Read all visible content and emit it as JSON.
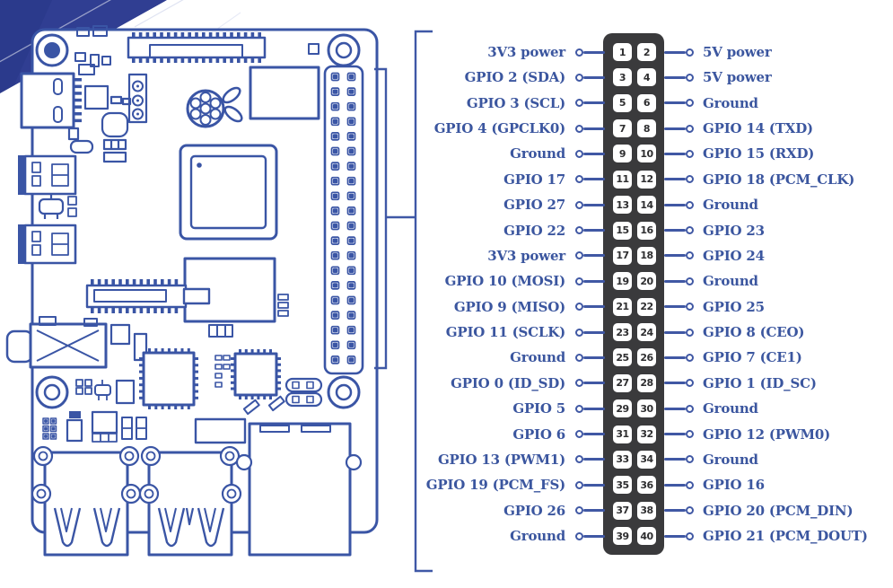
{
  "colors": {
    "board_ink": "#3a55a5",
    "label_text": "#3b569f",
    "wire": "#4058a4",
    "header_strip_bg": "#3a3a3c",
    "pin_box_bg": "#ffffff",
    "pin_number_text": "#2e2e30",
    "corner_triangle": "#2b3a8c",
    "background": "#ffffff"
  },
  "pinout": {
    "rows": [
      {
        "left": "3V3 power",
        "pins": [
          "1",
          "2"
        ],
        "right": "5V power"
      },
      {
        "left": "GPIO 2 (SDA)",
        "pins": [
          "3",
          "4"
        ],
        "right": "5V power"
      },
      {
        "left": "GPIO 3 (SCL)",
        "pins": [
          "5",
          "6"
        ],
        "right": "Ground"
      },
      {
        "left": "GPIO 4 (GPCLK0)",
        "pins": [
          "7",
          "8"
        ],
        "right": "GPIO 14 (TXD)"
      },
      {
        "left": "Ground",
        "pins": [
          "9",
          "10"
        ],
        "right": "GPIO 15 (RXD)"
      },
      {
        "left": "GPIO 17",
        "pins": [
          "11",
          "12"
        ],
        "right": "GPIO 18 (PCM_CLK)"
      },
      {
        "left": "GPIO 27",
        "pins": [
          "13",
          "14"
        ],
        "right": "Ground"
      },
      {
        "left": "GPIO 22",
        "pins": [
          "15",
          "16"
        ],
        "right": "GPIO 23"
      },
      {
        "left": "3V3 power",
        "pins": [
          "17",
          "18"
        ],
        "right": "GPIO 24"
      },
      {
        "left": "GPIO 10 (MOSI)",
        "pins": [
          "19",
          "20"
        ],
        "right": "Ground"
      },
      {
        "left": "GPIO 9 (MISO)",
        "pins": [
          "21",
          "22"
        ],
        "right": "GPIO 25"
      },
      {
        "left": "GPIO 11 (SCLK)",
        "pins": [
          "23",
          "24"
        ],
        "right": "GPIO 8 (CEO)"
      },
      {
        "left": "Ground",
        "pins": [
          "25",
          "26"
        ],
        "right": "GPIO 7 (CE1)"
      },
      {
        "left": "GPIO 0 (ID_SD)",
        "pins": [
          "27",
          "28"
        ],
        "right": "GPIO 1 (ID_SC)"
      },
      {
        "left": "GPIO 5",
        "pins": [
          "29",
          "30"
        ],
        "right": "Ground"
      },
      {
        "left": "GPIO 6",
        "pins": [
          "31",
          "32"
        ],
        "right": "GPIO 12 (PWM0)"
      },
      {
        "left": "GPIO 13 (PWM1)",
        "pins": [
          "33",
          "34"
        ],
        "right": "Ground"
      },
      {
        "left": "GPIO 19 (PCM_FS)",
        "pins": [
          "35",
          "36"
        ],
        "right": "GPIO 16"
      },
      {
        "left": "GPIO 26",
        "pins": [
          "37",
          "38"
        ],
        "right": "GPIO 20 (PCM_DIN)"
      },
      {
        "left": "Ground",
        "pins": [
          "39",
          "40"
        ],
        "right": "GPIO 21 (PCM_DOUT)"
      }
    ]
  }
}
